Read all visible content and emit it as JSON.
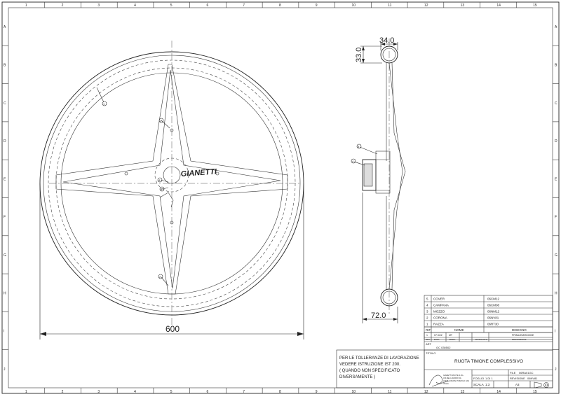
{
  "frame": {
    "columns": [
      "1",
      "2",
      "3",
      "4",
      "5",
      "6",
      "7",
      "8",
      "9",
      "10",
      "11",
      "12",
      "13",
      "14",
      "15"
    ],
    "rows": [
      "A",
      "B",
      "C",
      "D",
      "E",
      "F",
      "G",
      "H",
      "I",
      "J"
    ]
  },
  "front_view": {
    "brand": "GIANETTI",
    "dimension_diameter": "600",
    "balloons": [
      "1",
      "2",
      "3",
      "4",
      "5"
    ]
  },
  "side_view": {
    "dim_top_width": "34.0",
    "dim_top_height": "33.0",
    "dim_bottom_width": "72.0",
    "balloons": [
      "4",
      "5"
    ]
  },
  "parts_list": {
    "rows": [
      {
        "ref": "5",
        "name": "COVER",
        "drawing": "06CM12"
      },
      {
        "ref": "4",
        "name": "CAMPANA",
        "drawing": "06CM08"
      },
      {
        "ref": "3",
        "name": "MOZZO",
        "drawing": "06NM12"
      },
      {
        "ref": "2",
        "name": "CORONA",
        "drawing": "06NV81"
      },
      {
        "ref": "1",
        "name": "RAZZA",
        "drawing": "06RT30"
      }
    ],
    "header_ref": "RIF",
    "header_name": "NOME",
    "header_drawing": "DISEGNO"
  },
  "revision": {
    "row1": [
      "1",
      "07.94/2",
      "MT",
      "",
      "",
      "PRIMA EMISSIONE"
    ],
    "row2": [
      "REV",
      "DATA",
      "FIRMA",
      "",
      "APPROVATO",
      "DESCRIZIONE"
    ],
    "art_label": "ART",
    "art_value": "GC 030502"
  },
  "title_block": {
    "title_label": "TITOLO",
    "title": "RUOTA TIMONE COMPLESSIVO",
    "file_label": "FILE",
    "file_value": "06RA01GC",
    "sheet_label": "FOGLIO",
    "sheet_value": "1 DI 1",
    "revision_label": "REVISIONE",
    "revision_value": "06NV81",
    "scale_label": "SCALA",
    "scale_value": "1:3",
    "format_value": "A3",
    "company_lines": [
      "GIANETTI RUOTE S.R.L.",
      "VIA DEL LAVORO 8/A",
      "21015 LONATE POZZOLO (VA)",
      "ITALIA"
    ]
  },
  "tolerance_note": [
    "PER LE TOLLERANZE DI LAVORAZIONE",
    "VEDERE ISTRUZIONE IST 200.",
    "( QUANDO NON SPECIFICATO",
    "DIVERSAMENTE )"
  ]
}
